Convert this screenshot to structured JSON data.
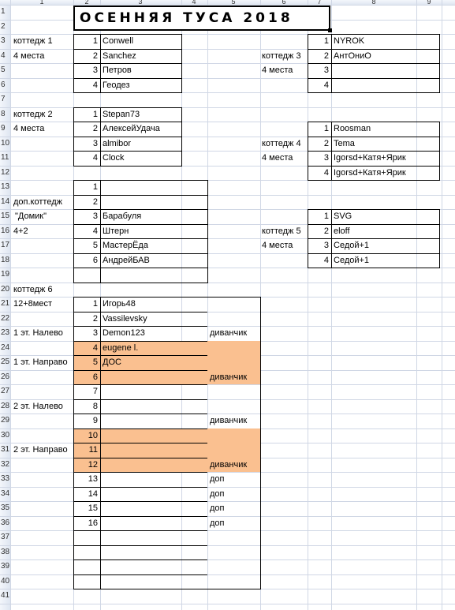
{
  "title": "ОСЕННЯЯ ТУСА 2018",
  "col_numbers": [
    "1",
    "2",
    "3",
    "4",
    "5",
    "6",
    "7",
    "8",
    "9"
  ],
  "row_numbers": [
    "1",
    "2",
    "3",
    "4",
    "5",
    "6",
    "7",
    "8",
    "9",
    "10",
    "11",
    "12",
    "13",
    "14",
    "15",
    "16",
    "17",
    "18",
    "19",
    "20",
    "21",
    "22",
    "23",
    "24",
    "25",
    "26",
    "27",
    "28",
    "29",
    "30",
    "31",
    "32",
    "33",
    "34",
    "35",
    "36",
    "37",
    "38",
    "39",
    "40",
    "41"
  ],
  "colors": {
    "highlight": "#fac090",
    "grid": "#d0d7e5"
  },
  "labels": {
    "k1": "коттедж 1",
    "k1_places": "4 места",
    "k2": "коттедж 2",
    "k2_places": "4 места",
    "dop": "доп.коттедж",
    "dop_name": "\"Домик\"",
    "dop_places": "4+2",
    "k3": "коттедж 3",
    "k3_places": "4 места",
    "k4": "коттедж 4",
    "k4_places": "4 места",
    "k5": "коттедж 5",
    "k5_places": "4 места",
    "k6": "коттедж 6",
    "k6_places": "12+8мест",
    "f1l": "1 эт. Налево",
    "f1r": "1 эт. Направо",
    "f2l": "2 эт. Налево",
    "f2r": "2 эт. Направо"
  },
  "cottage1": [
    {
      "n": "1",
      "name": "Conwell"
    },
    {
      "n": "2",
      "name": "Sanchez"
    },
    {
      "n": "3",
      "name": "Петров"
    },
    {
      "n": "4",
      "name": "Геодез"
    }
  ],
  "cottage2": [
    {
      "n": "1",
      "name": "Stepan73"
    },
    {
      "n": "2",
      "name": "АлексейУдача"
    },
    {
      "n": "3",
      "name": "almibor"
    },
    {
      "n": "4",
      "name": "Clock"
    }
  ],
  "dop_cottage": [
    {
      "n": "1",
      "name": ""
    },
    {
      "n": "2",
      "name": ""
    },
    {
      "n": "3",
      "name": "Барабуля"
    },
    {
      "n": "4",
      "name": "Штерн"
    },
    {
      "n": "5",
      "name": "МастерЁда"
    },
    {
      "n": "6",
      "name": "АндрейБАВ"
    }
  ],
  "cottage3": [
    {
      "n": "1",
      "name": "NYROK"
    },
    {
      "n": "2",
      "name": "АнтОниО"
    },
    {
      "n": "3",
      "name": ""
    },
    {
      "n": "4",
      "name": ""
    }
  ],
  "cottage4": [
    {
      "n": "1",
      "name": "Roosman"
    },
    {
      "n": "2",
      "name": "Tema"
    },
    {
      "n": "3",
      "name": "Igorsd+Катя+Ярик"
    },
    {
      "n": "4",
      "name": "Igorsd+Катя+Ярик"
    }
  ],
  "cottage5": [
    {
      "n": "1",
      "name": "SVG"
    },
    {
      "n": "2",
      "name": "eloff"
    },
    {
      "n": "3",
      "name": "Седой+1"
    },
    {
      "n": "4",
      "name": "Седой+1"
    }
  ],
  "cottage6": [
    {
      "n": "1",
      "name": "Игорь48",
      "note": ""
    },
    {
      "n": "2",
      "name": "Vassilevsky",
      "note": ""
    },
    {
      "n": "3",
      "name": "Demon123",
      "note": "диванчик"
    },
    {
      "n": "4",
      "name": "eugene l.",
      "note": ""
    },
    {
      "n": "5",
      "name": "ДОС",
      "note": ""
    },
    {
      "n": "6",
      "name": "",
      "note": "диванчик"
    },
    {
      "n": "7",
      "name": "",
      "note": ""
    },
    {
      "n": "8",
      "name": "",
      "note": ""
    },
    {
      "n": "9",
      "name": "",
      "note": "диванчик"
    },
    {
      "n": "10",
      "name": "",
      "note": ""
    },
    {
      "n": "11",
      "name": "",
      "note": ""
    },
    {
      "n": "12",
      "name": "",
      "note": "диванчик"
    },
    {
      "n": "13",
      "name": "",
      "note": "доп"
    },
    {
      "n": "14",
      "name": "",
      "note": "доп"
    },
    {
      "n": "15",
      "name": "",
      "note": "доп"
    },
    {
      "n": "16",
      "name": "",
      "note": "доп"
    }
  ]
}
